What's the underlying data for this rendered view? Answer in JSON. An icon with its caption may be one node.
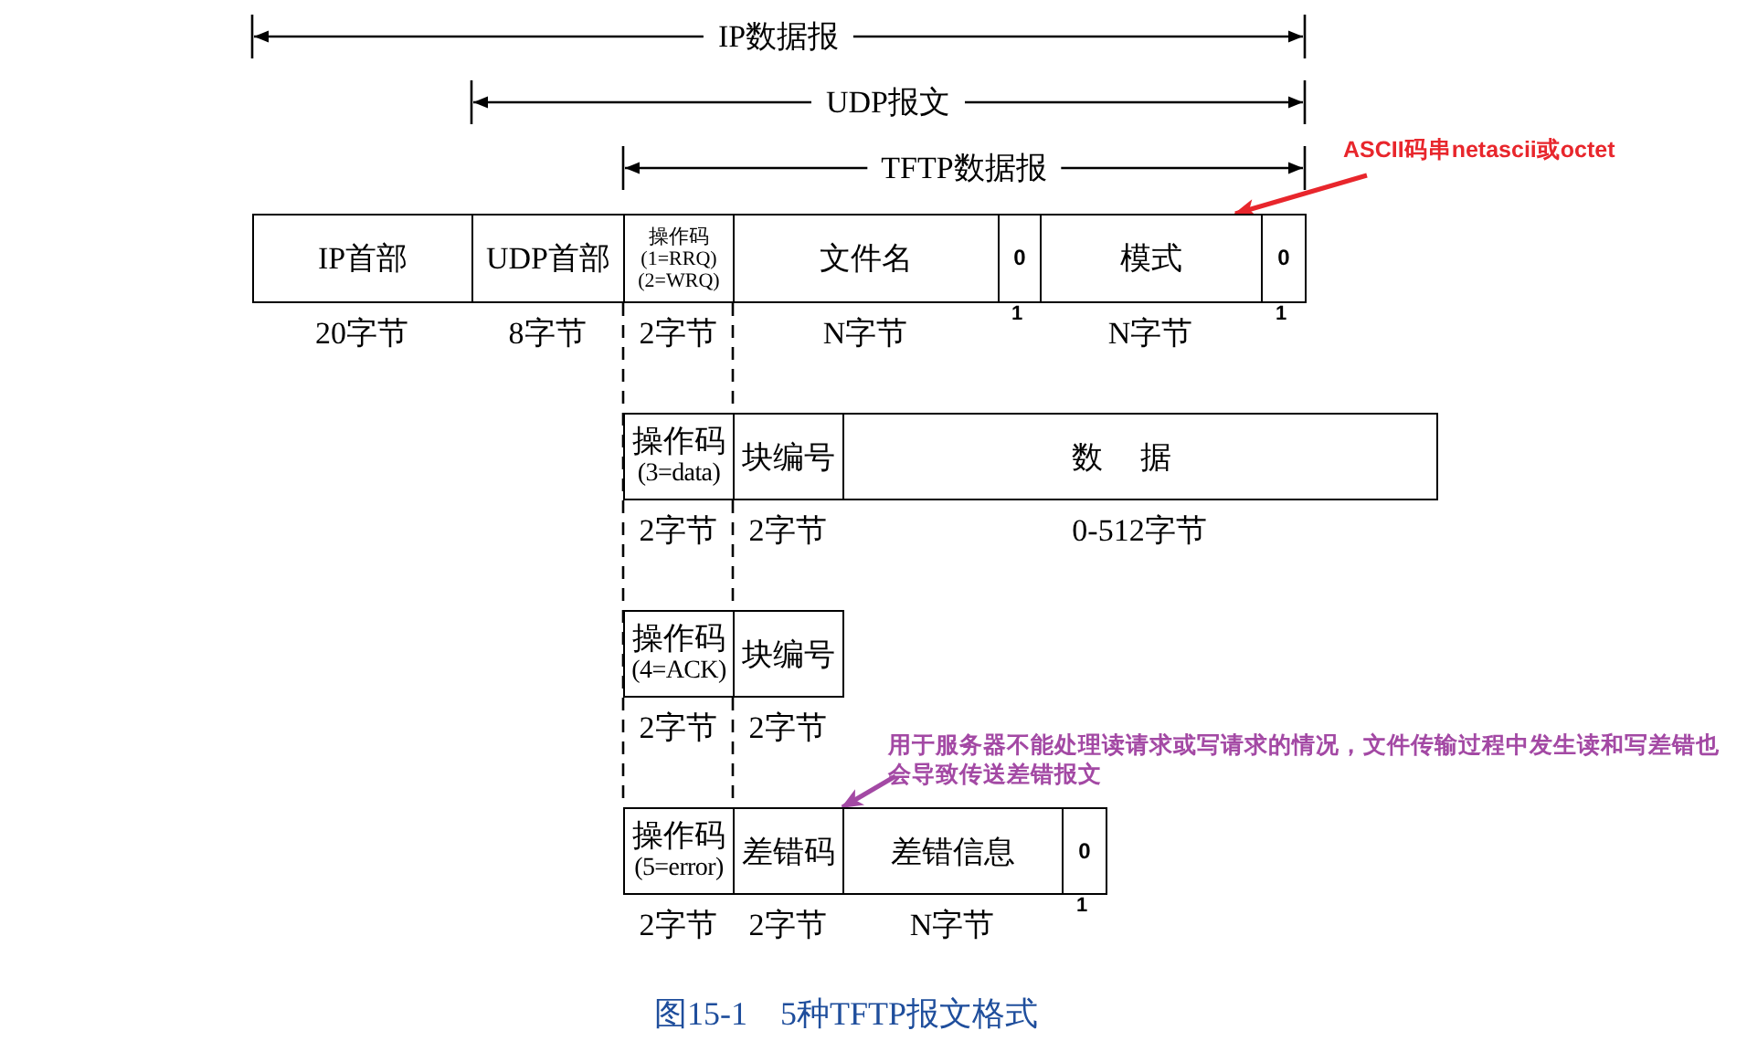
{
  "diagram": {
    "caption": "图15-1　5种TFTP报文格式",
    "nodes": [
      {
        "text": [
          "IP首部"
        ],
        "beside": [
          "20字节"
        ]
      },
      {
        "text": [
          "UDP首部"
        ],
        "beside": [
          "8字节"
        ]
      },
      {
        "text": [
          "操作码",
          "(1=RRQ) (2=WRQ)"
        ],
        "beside": [
          "2字节"
        ]
      },
      {
        "text": [
          "文件名"
        ],
        "beside": [
          "N字节"
        ]
      },
      {
        "text": [
          "0"
        ],
        "beside": [
          "1"
        ]
      },
      {
        "text": [
          "模式"
        ],
        "beside": [
          "N字节"
        ]
      },
      {
        "text": [
          "0"
        ],
        "beside": [
          "1"
        ]
      },
      {
        "text": [
          "操作码",
          "(3=data)"
        ],
        "beside": [
          "2字节"
        ]
      },
      {
        "text": [
          "块编号"
        ],
        "beside": [
          "2字节"
        ]
      },
      {
        "text": [
          "数据"
        ],
        "beside": [
          "0-512字节"
        ]
      },
      {
        "text": [
          "操作码",
          "(4=ACK)"
        ],
        "beside": [
          "2字节"
        ]
      },
      {
        "text": [
          "块编号"
        ],
        "beside": [
          "2字节"
        ]
      },
      {
        "text": [
          "操作码",
          "(5=error)"
        ],
        "beside": [
          "2字节"
        ]
      },
      {
        "text": [
          "差错码"
        ],
        "beside": [
          "2字节"
        ]
      },
      {
        "text": [
          "差错信息"
        ],
        "beside": [
          "N字节"
        ]
      },
      {
        "text": [
          "0"
        ],
        "beside": [
          "1"
        ]
      },
      {
        "text": [
          "ASCII码串netascii或octet"
        ]
      },
      {
        "text": [
          "用于服务器不能处理读请求或写请求的情况，文件传输过程中发生读和写差错也会导致传送差错报文"
        ]
      }
    ],
    "edges": [
      {
        "from": 16,
        "to": 5,
        "arrow": "to",
        "color": "#e8262c"
      },
      {
        "from": 17,
        "to": 13,
        "arrow": "to",
        "color": "#a349a4"
      }
    ],
    "labels": [
      "IP数据报",
      "UDP报文",
      "TFTP数据报"
    ]
  }
}
